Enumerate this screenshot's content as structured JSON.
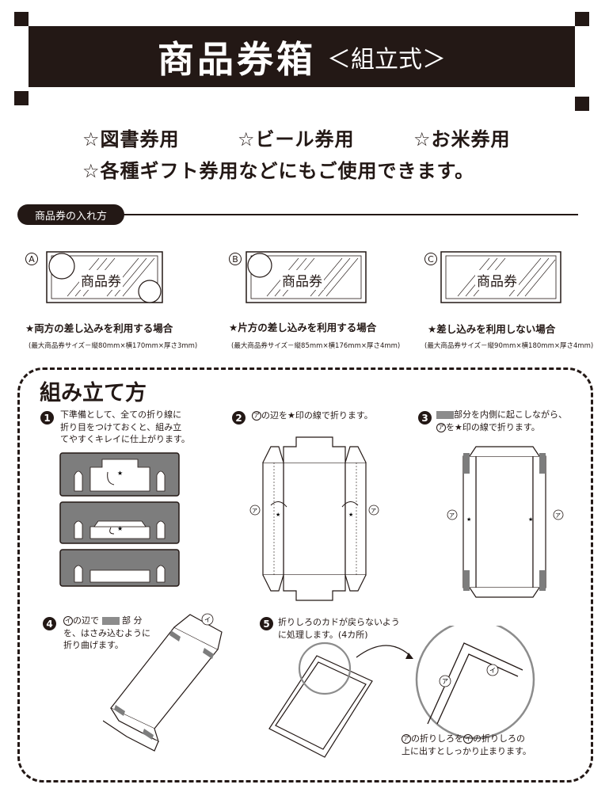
{
  "header": {
    "title": "商品券箱",
    "subtitle": "＜組立式＞"
  },
  "features": {
    "line1": [
      "☆図書券用",
      "☆ビール券用",
      "☆お米券用"
    ],
    "line2": "☆各種ギフト券用などにもご使用できます。"
  },
  "insert_section": {
    "label": "商品券の入れ方",
    "options": [
      {
        "mark": "A",
        "ticket": "商品券",
        "caption": "★両方の差し込みを利用する場合",
        "note": "(最大商品券サイズ－縦80mm×横170mm×厚さ3mm)"
      },
      {
        "mark": "B",
        "ticket": "商品券",
        "caption": "★片方の差し込みを利用する場合",
        "note": "(最大商品券サイズ－縦85mm×横176mm×厚さ4mm)"
      },
      {
        "mark": "C",
        "ticket": "商品券",
        "caption": "★差し込みを利用しない場合",
        "note": "(最大商品券サイズ－縦90mm×横180mm×厚さ4mm)"
      }
    ]
  },
  "assembly": {
    "title": "組み立て方",
    "steps": [
      {
        "num": "1",
        "text": "下準備として、全ての折り線に\n折り目をつけておくと、組み立\nてやすくキレイに仕上がります。"
      },
      {
        "num": "2",
        "mark": "ア",
        "text": "の辺を★印の線で折ります。"
      },
      {
        "num": "3",
        "text1": "部分を内側に起こしながら、",
        "mark": "ア",
        "text2": "を★印の線で折ります。"
      },
      {
        "num": "4",
        "mark": "イ",
        "text1": "の辺で",
        "text2": "部 分",
        "text3": "を、はさみ込むように\n折り曲げます。"
      },
      {
        "num": "5",
        "text": "折りしろのカドが戻らないよう\nに処理します。(4カ所)"
      }
    ],
    "detail_note": {
      "mark1": "ア",
      "text1": "の折りしろを",
      "mark2": "イ",
      "text2": "の折りしろの",
      "text3": "上に出すとしっかり止まります。"
    },
    "labels": {
      "a": "ア",
      "i": "イ",
      "star": "★"
    }
  },
  "colors": {
    "ink": "#231815",
    "gray": "#8c8c8c",
    "panel": "#7d7d7d"
  }
}
